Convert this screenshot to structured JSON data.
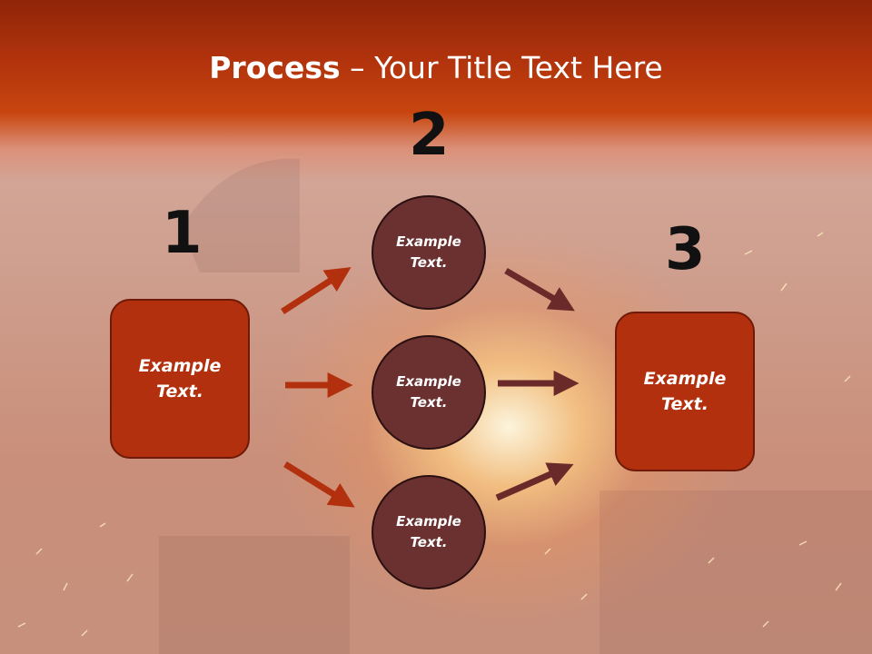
{
  "title": {
    "bold": "Process",
    "rest": " – Your Title Text Here"
  },
  "steps": [
    {
      "number": "1",
      "text": "Example Text."
    },
    {
      "number": "2"
    },
    {
      "number": "3",
      "text": "Example Text."
    }
  ],
  "circles": [
    {
      "text": "Example Text."
    },
    {
      "text": "Example Text."
    },
    {
      "text": "Example Text."
    }
  ],
  "colors": {
    "header": "#b3340d",
    "box": "#b3300e",
    "circle": "#6b3030",
    "arrow_in": "#b3300e",
    "arrow_out": "#6b2a2a"
  }
}
